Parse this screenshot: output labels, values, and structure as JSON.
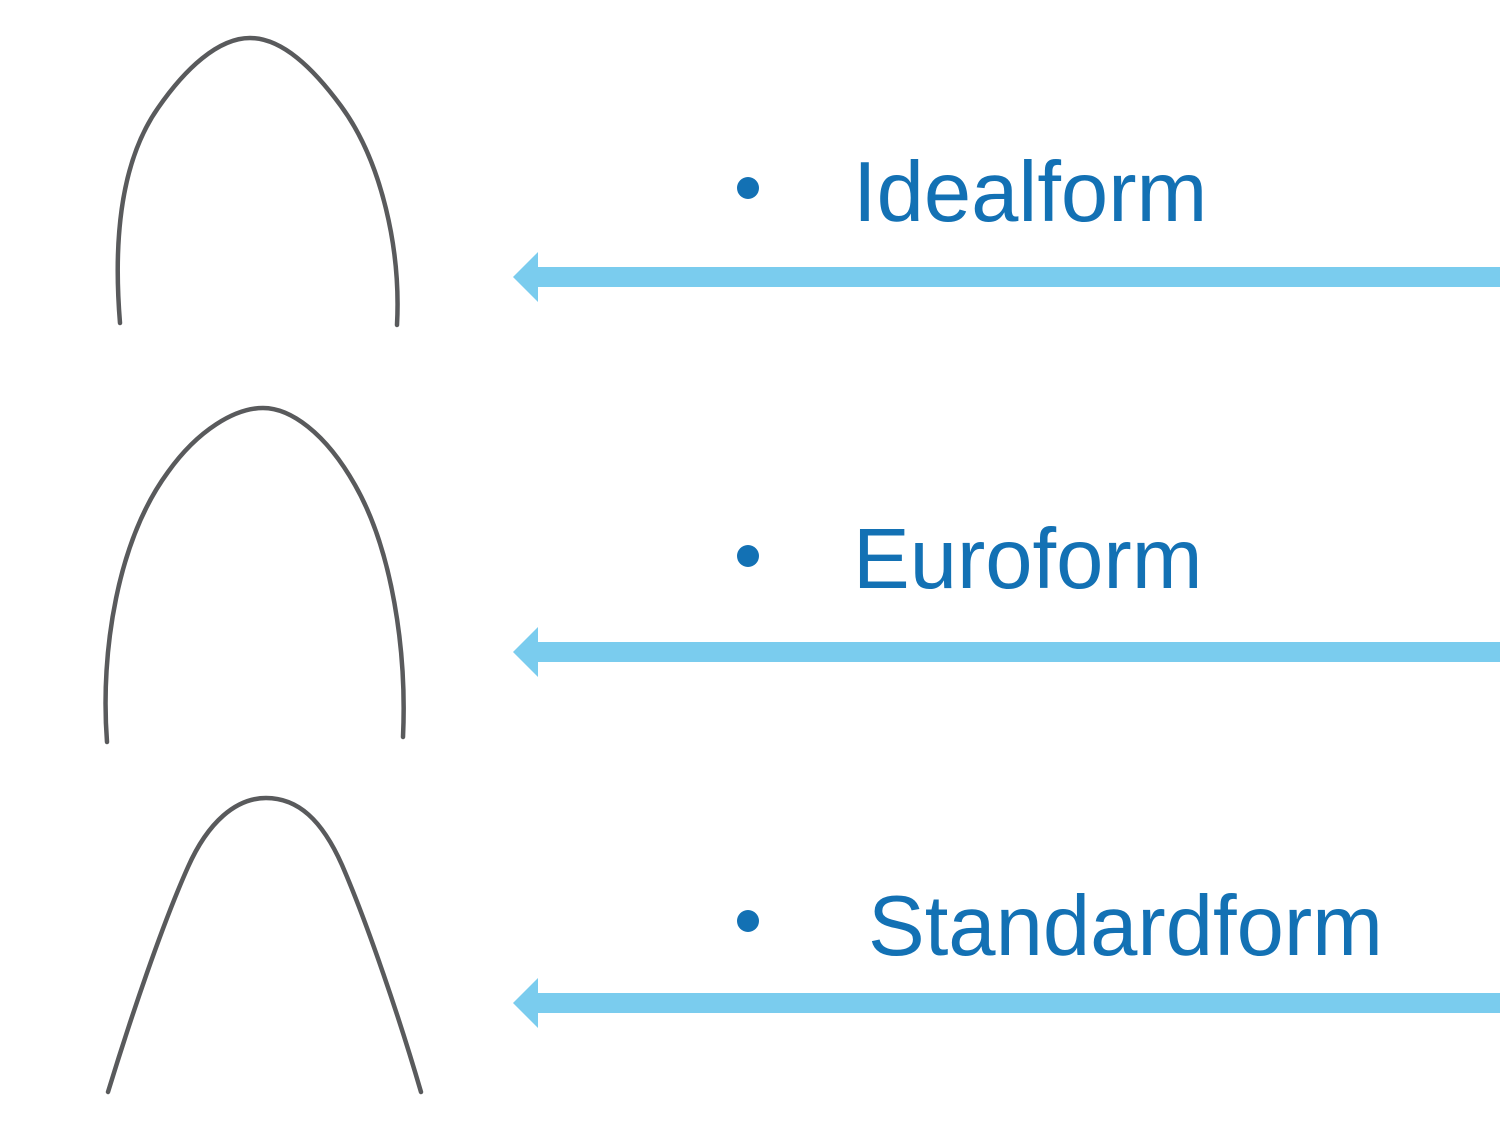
{
  "slide": {
    "background": "#ffffff"
  },
  "colors": {
    "label_blue": "#1371b4",
    "bullet_blue": "#1371b4",
    "arrow_blue": "#7accee",
    "wire_gray": "#595a5c"
  },
  "items": [
    {
      "label": "Idealform",
      "image": "idealform archwire"
    },
    {
      "label": "Euroform",
      "image": "euroform archwire"
    },
    {
      "label": "Standardform",
      "image": "standardform archwire"
    }
  ]
}
